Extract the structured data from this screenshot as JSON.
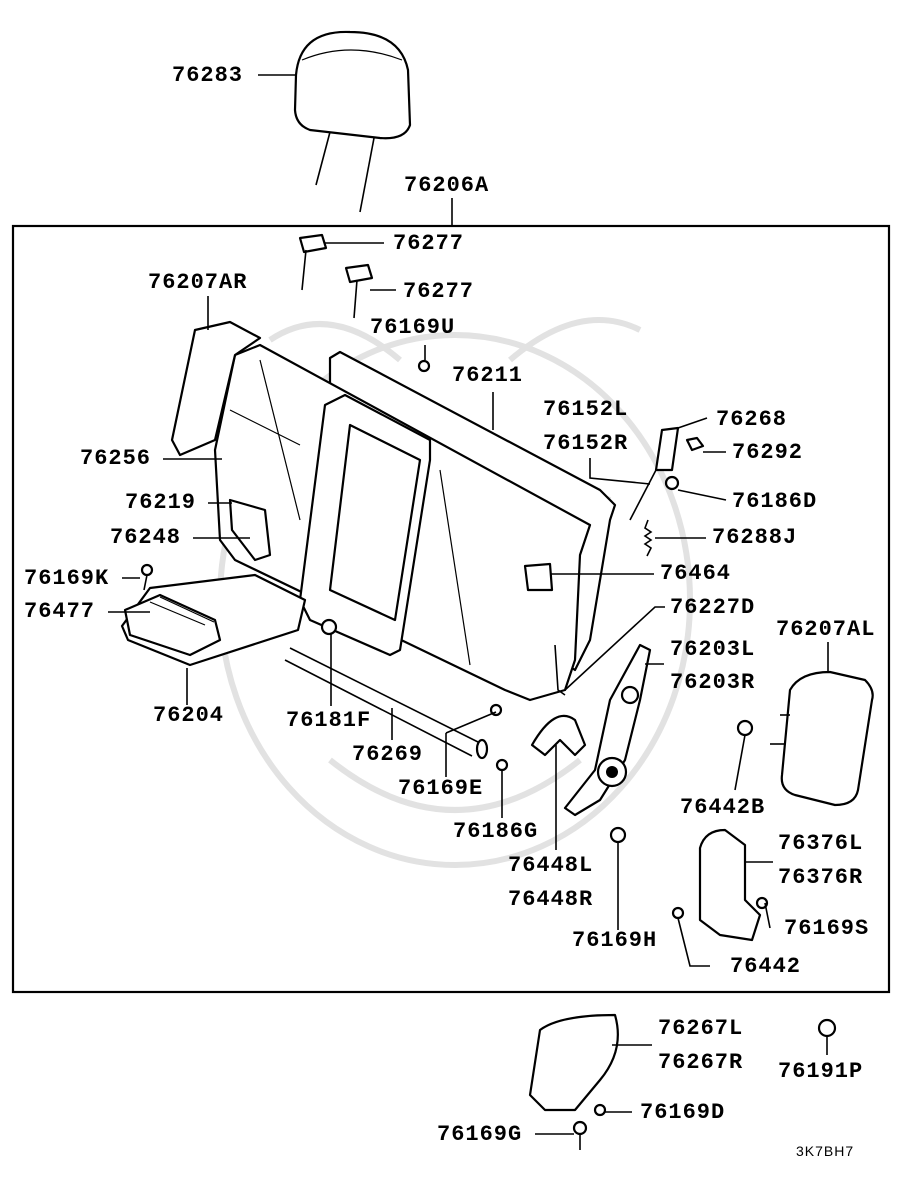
{
  "diagram_code": "3K7BH7",
  "parts": {
    "p76283": "76283",
    "p76206A": "76206A",
    "p76277a": "76277",
    "p76277b": "76277",
    "p76207AR": "76207AR",
    "p76169U": "76169U",
    "p76211": "76211",
    "p76152L": "76152L",
    "p76152R": "76152R",
    "p76268": "76268",
    "p76292": "76292",
    "p76186D": "76186D",
    "p76288J": "76288J",
    "p76256": "76256",
    "p76219": "76219",
    "p76248": "76248",
    "p76169K": "76169K",
    "p76477": "76477",
    "p76464": "76464",
    "p76227D": "76227D",
    "p76207AL": "76207AL",
    "p76203L": "76203L",
    "p76203R": "76203R",
    "p76204": "76204",
    "p76181F": "76181F",
    "p76269": "76269",
    "p76169E": "76169E",
    "p76442B": "76442B",
    "p76186G": "76186G",
    "p76448L": "76448L",
    "p76448R": "76448R",
    "p76376L": "76376L",
    "p76376R": "76376R",
    "p76169S": "76169S",
    "p76169H": "76169H",
    "p76442": "76442",
    "p76267L": "76267L",
    "p76267R": "76267R",
    "p76191P": "76191P",
    "p76169D": "76169D",
    "p76169G": "76169G"
  }
}
